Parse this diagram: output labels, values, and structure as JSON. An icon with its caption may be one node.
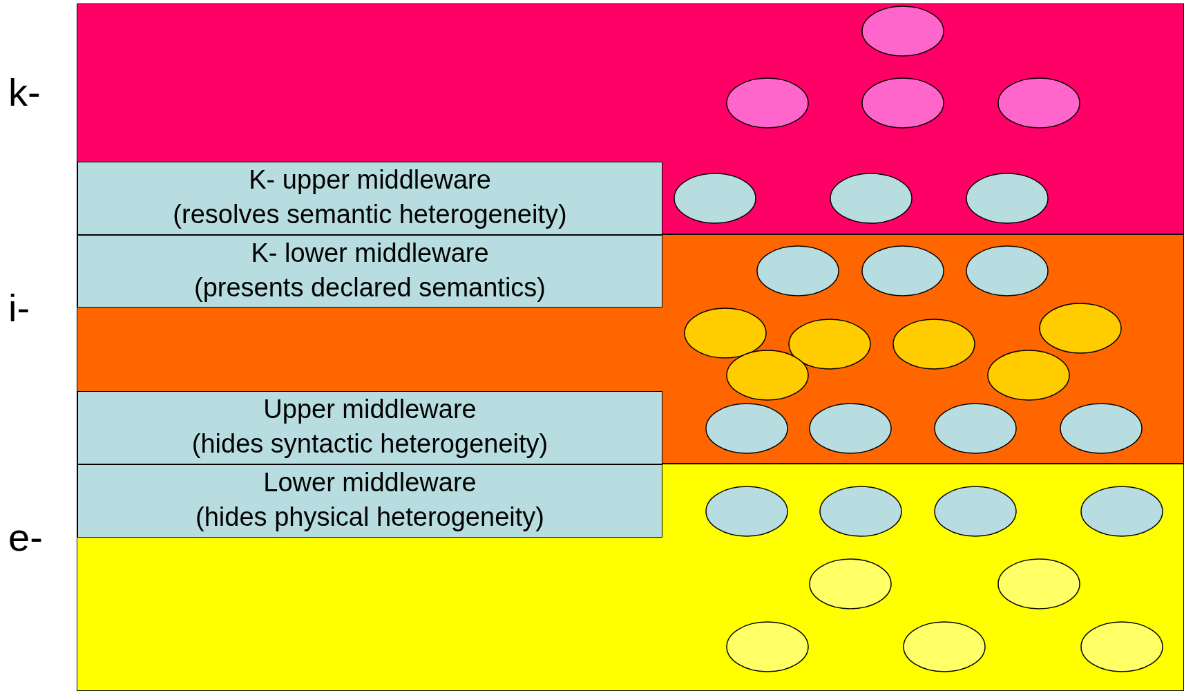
{
  "diagram": {
    "nodes": [
      {
        "text": [
          "k-"
        ]
      },
      {
        "text": [
          "i-"
        ]
      },
      {
        "text": [
          "e-"
        ]
      },
      {
        "text": [
          "K- upper middleware",
          "(resolves semantic heterogeneity)"
        ],
        "in": 0
      },
      {
        "text": [
          "K- lower middleware",
          "(presents declared semantics)"
        ],
        "in": 1
      },
      {
        "text": [
          "Upper middleware",
          "(hides syntactic heterogeneity)"
        ],
        "in": 1
      },
      {
        "text": [
          "Lower middleware",
          "(hides physical heterogeneity)"
        ],
        "in": 2
      },
      {
        "text": [],
        "shape": "ellipse",
        "in": 0
      },
      {
        "text": [],
        "shape": "ellipse",
        "in": 0
      },
      {
        "text": [],
        "shape": "ellipse",
        "in": 0
      },
      {
        "text": [],
        "shape": "ellipse",
        "in": 0
      },
      {
        "text": [],
        "shape": "ellipse",
        "in": 0
      },
      {
        "text": [],
        "shape": "ellipse",
        "in": 0
      },
      {
        "text": [],
        "shape": "ellipse",
        "in": 0
      },
      {
        "text": [],
        "shape": "ellipse",
        "in": 1
      },
      {
        "text": [],
        "shape": "ellipse",
        "in": 1
      },
      {
        "text": [],
        "shape": "ellipse",
        "in": 1
      },
      {
        "text": [],
        "shape": "ellipse",
        "in": 1
      },
      {
        "text": [],
        "shape": "ellipse",
        "in": 1
      },
      {
        "text": [],
        "shape": "ellipse",
        "in": 1
      },
      {
        "text": [],
        "shape": "ellipse",
        "in": 1
      },
      {
        "text": [],
        "shape": "ellipse",
        "in": 1
      },
      {
        "text": [],
        "shape": "ellipse",
        "in": 1
      },
      {
        "text": [],
        "shape": "ellipse",
        "in": 1
      },
      {
        "text": [],
        "shape": "ellipse",
        "in": 1
      },
      {
        "text": [],
        "shape": "ellipse",
        "in": 1
      },
      {
        "text": [],
        "shape": "ellipse",
        "in": 1
      },
      {
        "text": [],
        "shape": "ellipse",
        "in": 2
      },
      {
        "text": [],
        "shape": "ellipse",
        "in": 2
      },
      {
        "text": [],
        "shape": "ellipse",
        "in": 2
      },
      {
        "text": [],
        "shape": "ellipse",
        "in": 2
      },
      {
        "text": [],
        "shape": "ellipse",
        "in": 2
      },
      {
        "text": [],
        "shape": "ellipse",
        "in": 2
      },
      {
        "text": [],
        "shape": "ellipse",
        "in": 2
      },
      {
        "text": [],
        "shape": "ellipse",
        "in": 2
      },
      {
        "text": [],
        "shape": "ellipse",
        "in": 2
      }
    ]
  }
}
